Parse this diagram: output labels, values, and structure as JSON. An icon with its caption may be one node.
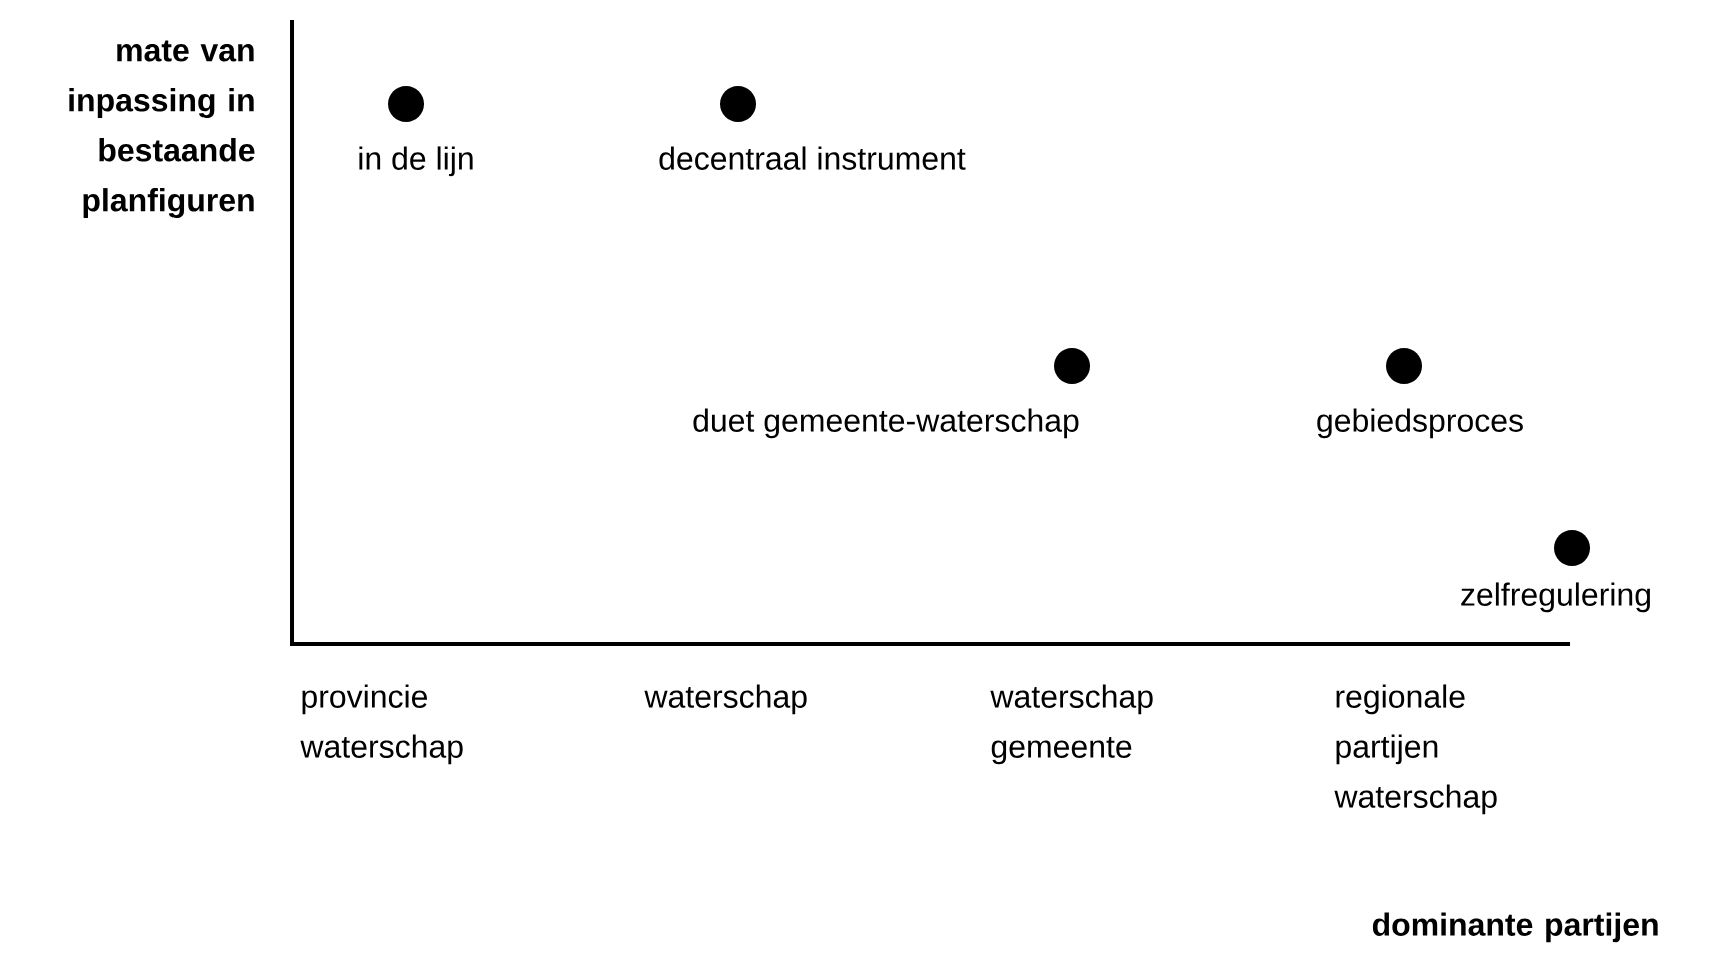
{
  "diagram": {
    "nodes": [
      {
        "text": [],
        "shape": "circle",
        "beside": [
          "in de lijn"
        ]
      },
      {
        "text": [],
        "shape": "circle",
        "beside": [
          "decentraal instrument"
        ]
      },
      {
        "text": [],
        "shape": "circle",
        "beside": [
          "duet gemeente-waterschap"
        ]
      },
      {
        "text": [],
        "shape": "circle",
        "beside": [
          "gebiedsproces"
        ]
      },
      {
        "text": [],
        "shape": "circle",
        "beside": [
          "zelfregulering"
        ]
      }
    ],
    "labels": [
      "mate van inpassing in bestaande planfiguren",
      "provincie waterschap",
      "waterschap",
      "waterschap gemeente",
      "regionale partijen waterschap",
      "dominante partijen"
    ]
  }
}
